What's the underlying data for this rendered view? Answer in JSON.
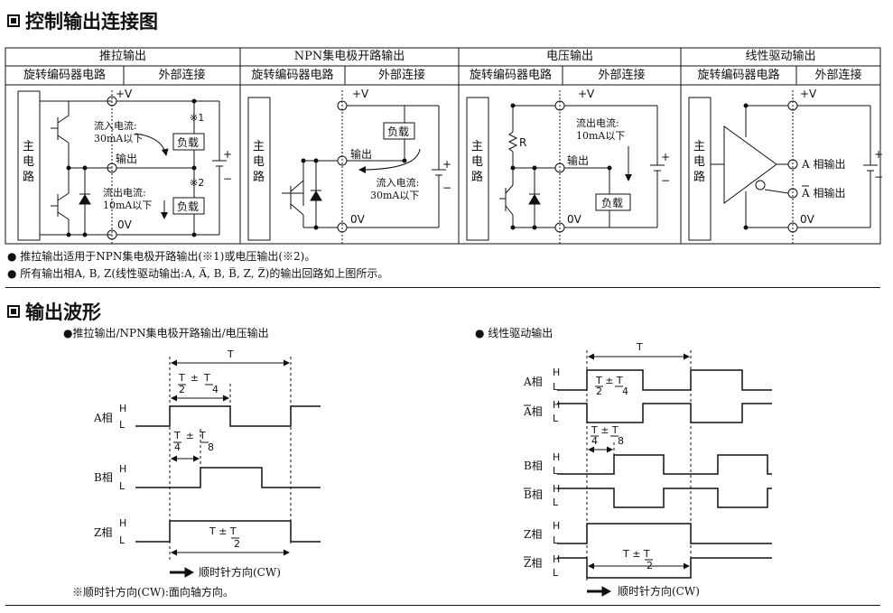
{
  "section1_title": "控制输出连接图",
  "table": {
    "types": [
      "推拉输出",
      "NPN集电极开路输出",
      "电压输出",
      "线性驱动输出"
    ],
    "col_left": "旋转编码器电路",
    "col_right": "外部连接"
  },
  "circuits": {
    "main_circuit": "主\n电\n路",
    "vplus": "+V",
    "zero_v": "0V",
    "output": "输出",
    "load": "负载",
    "inflow": "流入电流:\n30mA以下",
    "outflow": "流出电流:\n10mA以下",
    "mark1": "※1",
    "mark2": "※2",
    "resistor": "R",
    "a_out": "A 相输出",
    "a_bar_out": "A 相输出",
    "plus": "+",
    "minus": "−"
  },
  "notes": [
    "● 推拉输出适用于NPN集电极开路输出(※1)或电压输出(※2)。",
    "● 所有输出相A, B, Z(线性驱动输出:A, A̅, B, B̅, Z, Z̅)的输出回路如上图所示。"
  ],
  "section2_title": "输出波形",
  "waveforms": {
    "left_title": "●推拉输出/NPN集电极开路输出/电压输出",
    "right_title": "● 线性驱动输出",
    "period": "T",
    "phase_a": "A相",
    "phase_b": "B相",
    "phase_z": "Z相",
    "phase_a_bar": "A相",
    "phase_b_bar": "B相",
    "phase_z_bar": "Z相",
    "high": "H",
    "low": "L",
    "direction": "顺时针方向(CW)",
    "footnote": "※顺时针方向(CW):面向轴方向。"
  }
}
